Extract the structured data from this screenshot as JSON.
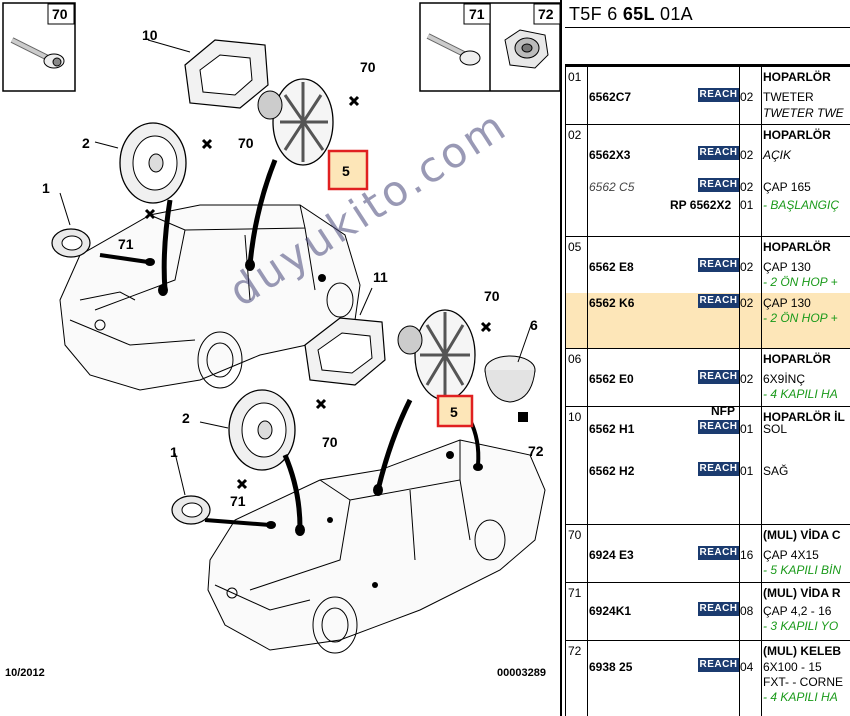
{
  "diagram": {
    "callouts": [
      "70",
      "71",
      "72",
      "10",
      "70",
      "2",
      "70",
      "5",
      "1",
      "71",
      "11",
      "70",
      "2",
      "70",
      "5",
      "6",
      "1",
      "71",
      "72"
    ],
    "date": "10/2012",
    "code": "00003289",
    "watermark": "duyukito.com"
  },
  "table": {
    "title_prefix": "T5F 6 ",
    "title_bold": "65L",
    "title_suffix": " 01A",
    "reach_label": "REACH",
    "highlight_color": "#fde6b8",
    "groups": [
      {
        "num": "01",
        "header": "HOPARLÖR",
        "rows": [
          {
            "ref": "6562C7",
            "qty": "02",
            "desc": "TWETER"
          },
          {
            "desc_it": "TWETER TWE"
          }
        ]
      },
      {
        "num": "02",
        "header": "HOPARLÖR",
        "rows": [
          {
            "ref": "6562X3",
            "qty": "02",
            "desc_it": "AÇIK"
          },
          {
            "ref_alt": "6562 C5",
            "qty": "02",
            "desc": "ÇAP 165"
          },
          {
            "ref2": "RP 6562X2",
            "qty": "01",
            "desc_green": "- BAŞLANGIÇ"
          }
        ]
      },
      {
        "num": "05",
        "header": "HOPARLÖR",
        "rows": [
          {
            "ref": "6562 E8",
            "qty": "02",
            "desc": "ÇAP 130",
            "desc_green": "- 2 ÖN HOP +"
          },
          {
            "ref": "6562 K6",
            "qty": "02",
            "desc": "ÇAP 130",
            "desc_green": "- 2 ÖN HOP +"
          }
        ]
      },
      {
        "num": "06",
        "header": "HOPARLÖR",
        "rows": [
          {
            "ref": "6562 E0",
            "qty": "02",
            "desc": "6X9İNÇ",
            "desc_green": "- 4 KAPILI HA"
          }
        ]
      },
      {
        "num": "10",
        "header": "HOPARLÖR İL",
        "rows": [
          {
            "ref": "6562 H1",
            "qty": "01",
            "desc": "SOL",
            "note": "NFP"
          },
          {
            "ref": "6562 H2",
            "qty": "01",
            "desc": "SAĞ"
          }
        ]
      },
      {
        "num": "70",
        "header": "(MUL) VİDA C",
        "rows": [
          {
            "ref": "6924 E3",
            "qty": "16",
            "desc": "ÇAP 4X15",
            "desc_green": "- 5 KAPILI BİN"
          }
        ]
      },
      {
        "num": "71",
        "header": "(MUL) VİDA R",
        "rows": [
          {
            "ref": "6924K1",
            "qty": "08",
            "desc": "ÇAP 4,2 - 16",
            "desc_green": "- 3 KAPILI YO"
          }
        ]
      },
      {
        "num": "72",
        "header": "(MUL) KELEB",
        "rows": [
          {
            "ref": "6938 25",
            "qty": "04",
            "desc": "6X100 - 15",
            "desc2": "FXT- - CORNE",
            "desc_green": "- 4 KAPILI HA"
          }
        ]
      }
    ]
  }
}
